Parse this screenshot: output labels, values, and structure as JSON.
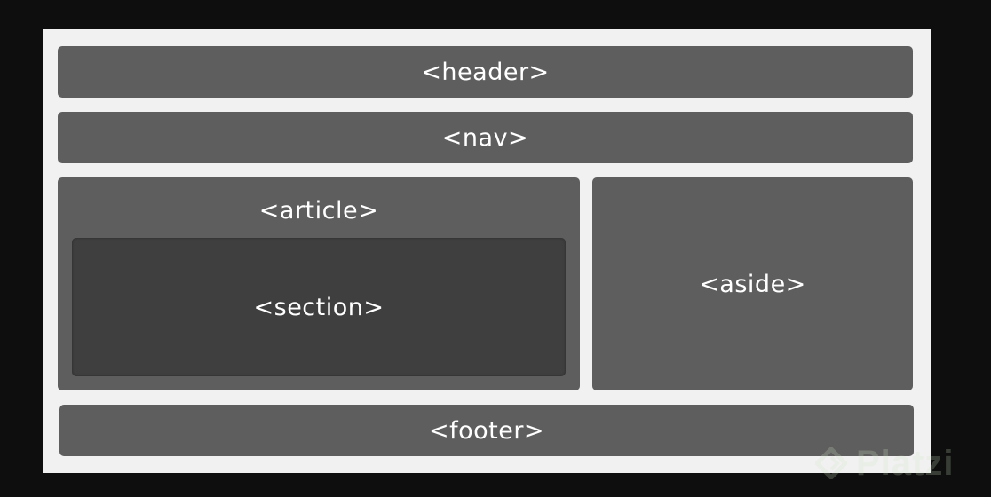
{
  "diagram": {
    "header": "<header>",
    "nav": "<nav>",
    "article": "<article>",
    "section": "<section>",
    "aside": "<aside>",
    "footer": "<footer>"
  },
  "watermark": {
    "text": "Platzi",
    "icon": "platzi-logo-icon"
  },
  "colors": {
    "background": "#0e0e0e",
    "panel": "#f1f1f1",
    "box": "#5e5e5e",
    "section": "#3f3f3f",
    "label": "#ffffff"
  }
}
